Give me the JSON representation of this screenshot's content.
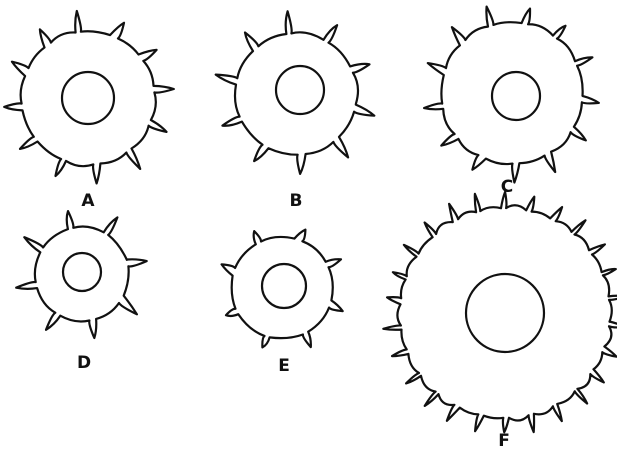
{
  "figures": [
    {
      "label": "A",
      "teeth": 12
    },
    {
      "label": "B",
      "teeth": 10
    },
    {
      "label": "C",
      "teeth": 13
    },
    {
      "label": "D",
      "teeth": 8
    },
    {
      "label": "E",
      "teeth": 8
    },
    {
      "label": "F",
      "teeth": 26
    }
  ]
}
